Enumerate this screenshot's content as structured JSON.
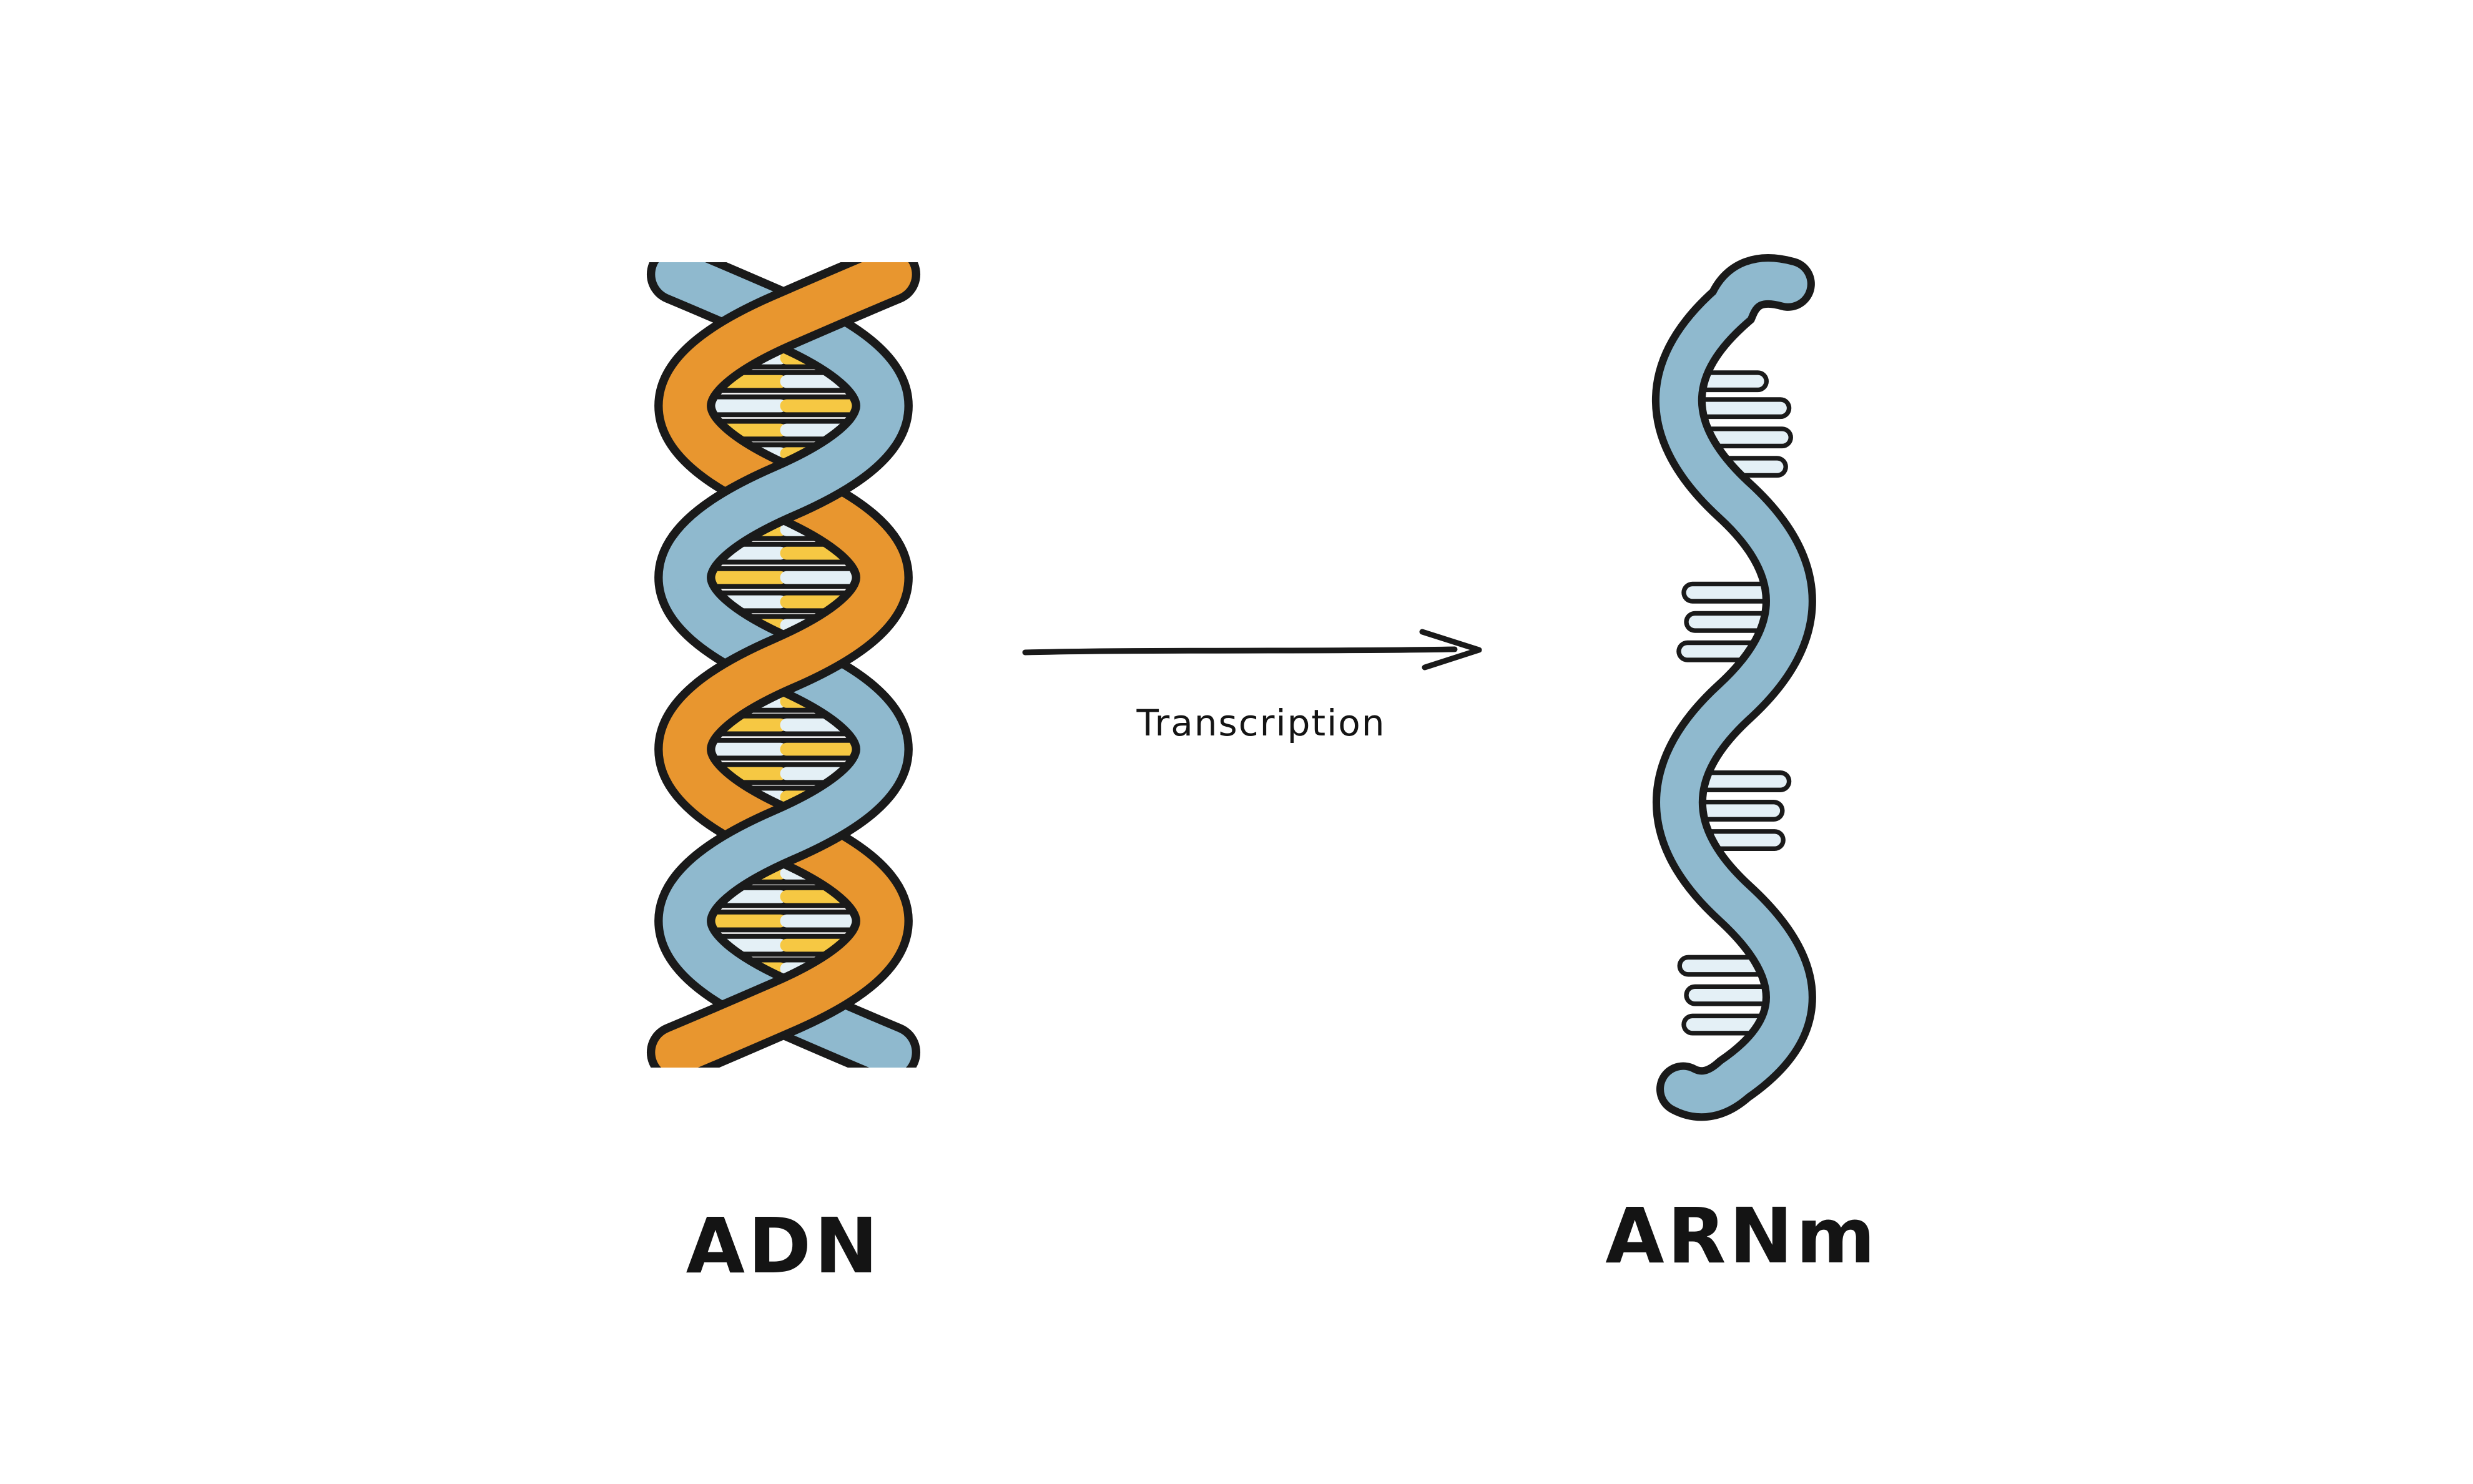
{
  "diagram": {
    "left_molecule": {
      "label": "ADN",
      "kind": "double-helix"
    },
    "process": {
      "label": "Transcription",
      "arrow_direction": "right"
    },
    "right_molecule": {
      "label": "ARNm",
      "kind": "single-strand"
    }
  },
  "colors": {
    "background": "#ffffff",
    "outline": "#1a1a1a",
    "text": "#141414",
    "dna-strand-blue": "#8fb9ce",
    "dna-strand-orange": "#e8962f",
    "rung-yellow": "#f6c843",
    "rung-pale": "#e4f0f6",
    "mrna-blue": "#8fb9ce"
  }
}
